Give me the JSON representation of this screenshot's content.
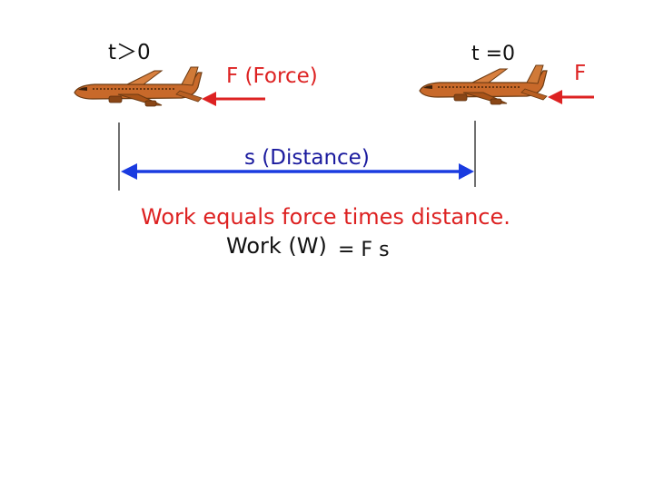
{
  "labels": {
    "t_later": "t＞0",
    "t_zero": "t =0",
    "force": "F  (Force)",
    "force_right": "F",
    "distance": "s  (Distance)",
    "sentence": "Work  equals  force  times  distance.",
    "formula_lhs": "Work  (W)",
    "formula_rhs": "=  F  s"
  },
  "colors": {
    "force_arrow": "#dd2222",
    "distance_arrow": "#1a3be0",
    "plane_body": "#c8692a",
    "plane_dark": "#6b3a12",
    "text_red": "#dd2222",
    "text_black": "#111111",
    "text_blue": "#1a1a9e"
  },
  "icons": {
    "plane_left": "airplane-icon",
    "plane_right": "airplane-icon"
  }
}
